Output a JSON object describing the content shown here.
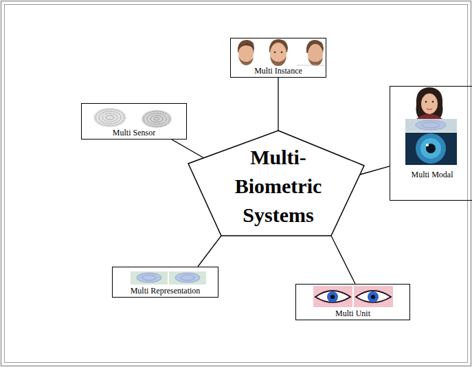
{
  "diagram": {
    "nodes": [
      {
        "text": [
          "Multi Instance"
        ]
      },
      {
        "text": [
          "Multi Sensor"
        ]
      },
      {
        "text": [
          "Multi- Biometric Systems"
        ]
      },
      {
        "text": [
          "Multi Modal"
        ]
      },
      {
        "text": [
          "Multi Representation"
        ]
      },
      {
        "text": [
          "Multi Unit"
        ]
      }
    ],
    "edges": [
      {
        "from": 2,
        "to": 0,
        "arrow": "none"
      },
      {
        "from": 2,
        "to": 1,
        "arrow": "none"
      },
      {
        "from": 2,
        "to": 3,
        "arrow": "none"
      },
      {
        "from": 2,
        "to": 4,
        "arrow": "none"
      },
      {
        "from": 2,
        "to": 5,
        "arrow": "none"
      }
    ]
  }
}
